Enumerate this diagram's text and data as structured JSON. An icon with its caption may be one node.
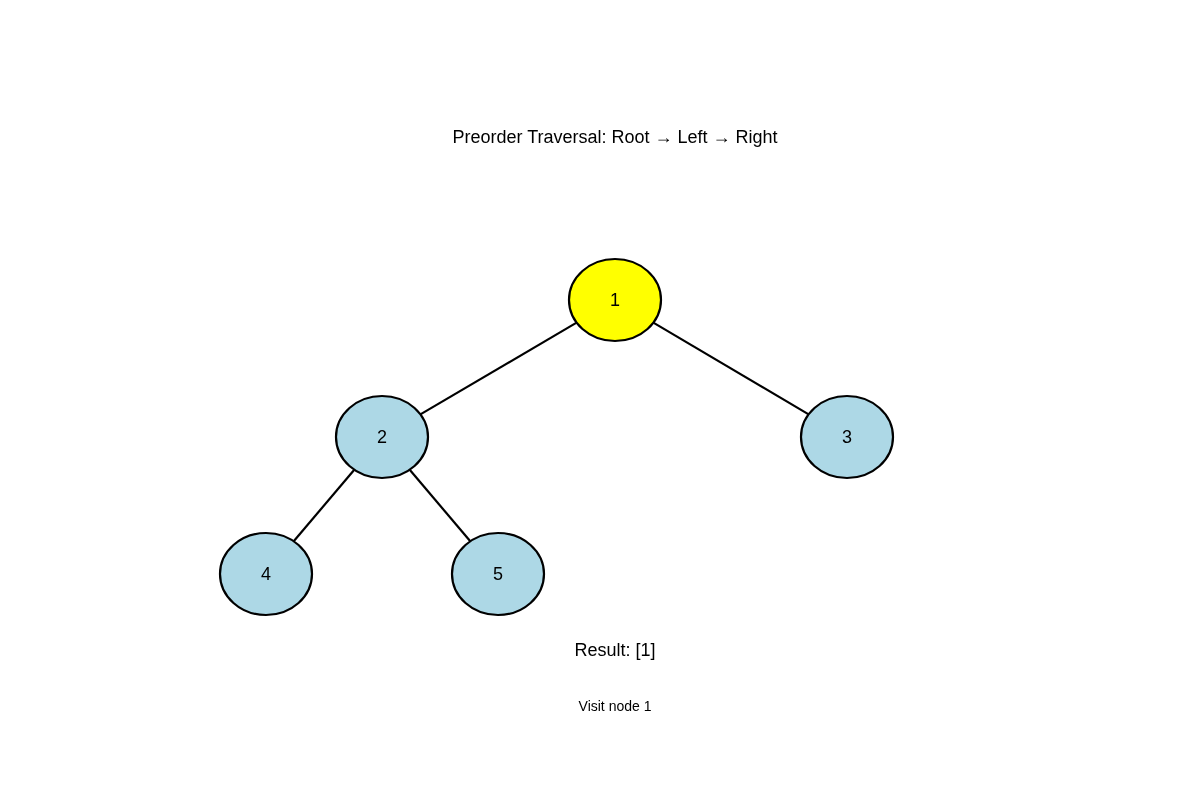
{
  "diagram": {
    "title": "Preorder Traversal: Root → Left → Right",
    "nodes": [
      {
        "text": [
          "1"
        ]
      },
      {
        "text": [
          "2"
        ]
      },
      {
        "text": [
          "3"
        ]
      },
      {
        "text": [
          "4"
        ]
      },
      {
        "text": [
          "5"
        ]
      }
    ],
    "edges": [
      {
        "from": 0,
        "to": 1,
        "arrow": "none"
      },
      {
        "from": 0,
        "to": 2,
        "arrow": "none"
      },
      {
        "from": 1,
        "to": 3,
        "arrow": "none"
      },
      {
        "from": 1,
        "to": 4,
        "arrow": "none"
      }
    ],
    "labels": [
      "Result: [1]",
      "Visit node 1"
    ]
  }
}
